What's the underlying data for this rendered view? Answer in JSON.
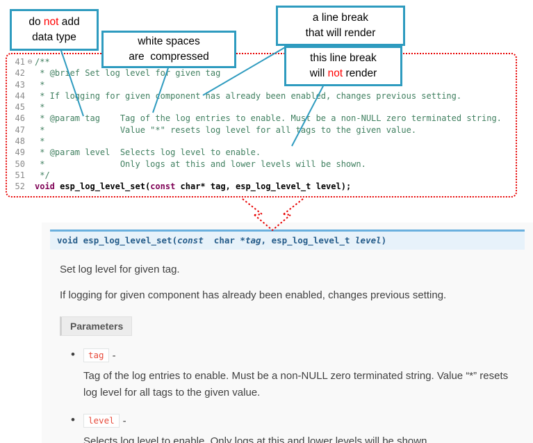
{
  "colors": {
    "callout_border_teal": "#2e9bbf",
    "highlight_red": "#ff0000",
    "dotted_outline_red": "#e80000",
    "comment_green": "#3f7f5f",
    "keyword_maroon": "#7f0055",
    "signature_bg": "#e7f2fa",
    "signature_top_border": "#6ab0de",
    "param_chip_red": "#e74c3c",
    "doc_panel_bg": "#f9f9f9"
  },
  "callouts": {
    "box1": {
      "l1a": "do ",
      "l1b": "not",
      "l1c": " add",
      "l2": "data type"
    },
    "box2": {
      "l1": "white spaces",
      "l2": "are  compressed"
    },
    "box3": {
      "l1": "a line break",
      "l2": "that will render"
    },
    "box4": {
      "l1": "this line break",
      "l2a": "will ",
      "l2b": "not",
      "l2c": " render"
    }
  },
  "editor": {
    "lines": [
      {
        "num": "41",
        "fold": "⊖",
        "text": "/**",
        "style": "comment"
      },
      {
        "num": "42",
        "text": " * @brief Set log level for given tag",
        "style": "comment"
      },
      {
        "num": "43",
        "text": " *",
        "style": "comment"
      },
      {
        "num": "44",
        "text": " * If logging for given component has already been enabled, changes previous setting.",
        "style": "comment"
      },
      {
        "num": "45",
        "text": " *",
        "style": "comment"
      },
      {
        "num": "46",
        "text": " * @param tag    Tag of the log entries to enable. Must be a non-NULL zero terminated string.",
        "style": "comment"
      },
      {
        "num": "47",
        "text": " *               Value \"*\" resets log level for all tags to the given value.",
        "style": "comment"
      },
      {
        "num": "48",
        "text": " *",
        "style": "comment"
      },
      {
        "num": "49",
        "text": " * @param level  Selects log level to enable.",
        "style": "comment"
      },
      {
        "num": "50",
        "text": " *               Only logs at this and lower levels will be shown.",
        "style": "comment"
      },
      {
        "num": "51",
        "text": " */",
        "style": "comment"
      },
      {
        "num": "52",
        "segments": [
          {
            "text": "void",
            "style": "kw"
          },
          {
            "text": " esp_log_level_set(",
            "style": "plain"
          },
          {
            "text": "const",
            "style": "kw"
          },
          {
            "text": " char* tag, esp_log_level_t level);",
            "style": "plain"
          }
        ]
      }
    ]
  },
  "docs": {
    "signature": [
      {
        "text": "void ",
        "style": "kw"
      },
      {
        "text": "esp_log_level_set",
        "style": "name"
      },
      {
        "text": "(",
        "style": "plain"
      },
      {
        "text": "const",
        "style": "kwi"
      },
      {
        "text": "  char *",
        "style": "plain"
      },
      {
        "text": "tag",
        "style": "arg"
      },
      {
        "text": ", ",
        "style": "plain"
      },
      {
        "text": "esp_log_level_t ",
        "style": "plain"
      },
      {
        "text": "level",
        "style": "arg"
      },
      {
        "text": ")",
        "style": "plain"
      }
    ],
    "brief": "Set log level for given tag.",
    "detail": "If logging for given component has already been enabled, changes previous setting.",
    "parameters_label": "Parameters",
    "params": [
      {
        "name": "tag",
        "dash": "-",
        "desc": "Tag of the log entries to enable. Must be a non-NULL zero terminated string. Value “*” resets log level for all tags to the given value."
      },
      {
        "name": "level",
        "dash": "-",
        "desc": "Selects log level to enable. Only logs at this and lower levels will be shown."
      }
    ]
  }
}
